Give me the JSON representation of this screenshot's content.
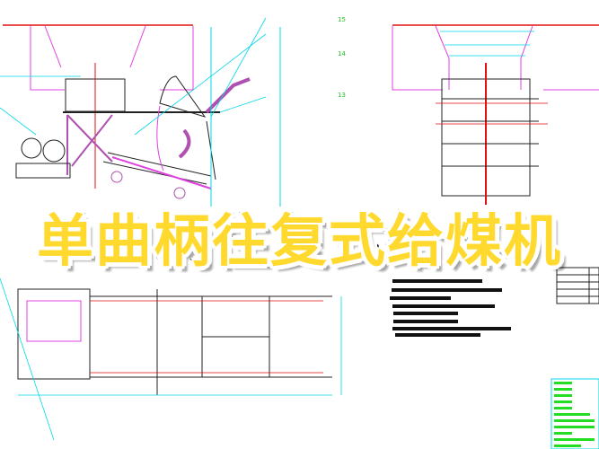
{
  "title": "单曲柄往复式给煤机",
  "balloons": [
    "15",
    "14",
    "13"
  ],
  "colors": {
    "title_fill": "#ffd92e",
    "title_outline": "#111111",
    "hopper": "#e040e0",
    "dimension": "#00d8e8",
    "centerline": "#e01010",
    "label": "#1fbf1f"
  }
}
